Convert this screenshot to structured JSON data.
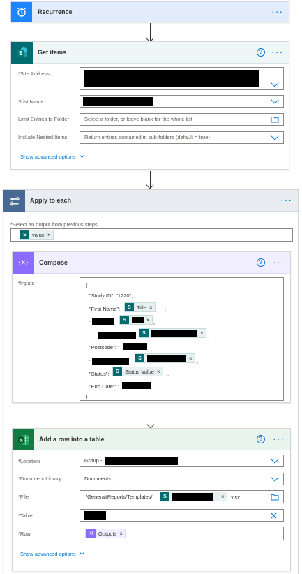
{
  "recurrence": {
    "title": "Recurrence",
    "more": "···"
  },
  "get_items": {
    "title": "Get items",
    "help": "?",
    "more": "···",
    "site_address_label": "Site Address",
    "list_name_label": "List Name",
    "limit_label": "Limit Entries to Folder",
    "limit_placeholder": "Select a folder, or leave blank for the whole list",
    "nested_label": "Include Nested Items",
    "nested_placeholder": "Return entries contained in sub-folders (default = true)",
    "advanced": "Show advanced options"
  },
  "apply_each": {
    "title": "Apply to each",
    "more": "···",
    "select_label": "Select an output from previous steps",
    "token_value": "value"
  },
  "compose": {
    "title": "Compose",
    "help": "?",
    "more": "···",
    "inputs_label": "Inputs",
    "open_brace": "{",
    "close_brace": "}",
    "study_line": "\"Study ID\": \"1220\",",
    "first_name_key": "\"First Name\":",
    "title_token": "Title",
    "postcode_key": "\"Postcode\": \"",
    "status_key": "\"Status\":",
    "status_token": "Status Value",
    "end_date_key": "\"End Date\": \"",
    "comma": ",",
    "quote": "\"",
    "quote_comma": "\","
  },
  "add_row": {
    "title": "Add a row into a table",
    "help": "?",
    "more": "···",
    "location_label": "Location",
    "location_value": "Group -",
    "doclib_label": "Document Library",
    "doclib_value": "Documents",
    "file_label": "File",
    "file_prefix": "/General/Reports/Templates/",
    "file_suffix": ".xlsx",
    "table_label": "Table",
    "row_label": "Row",
    "outputs_token": "Outputs",
    "advanced": "Show advanced options"
  },
  "common": {
    "asterisk": "*",
    "remove": "×",
    "sp_letter": "S",
    "excel_letter": "X",
    "compose_glyph": "{x}",
    "help": "?"
  },
  "colors": {
    "recurrence": "#e3ecfb",
    "sharepoint": "#036c70",
    "apply": "#486991",
    "compose": "#8c6cff",
    "excel": "#107c41",
    "accent": "#0078d4"
  }
}
